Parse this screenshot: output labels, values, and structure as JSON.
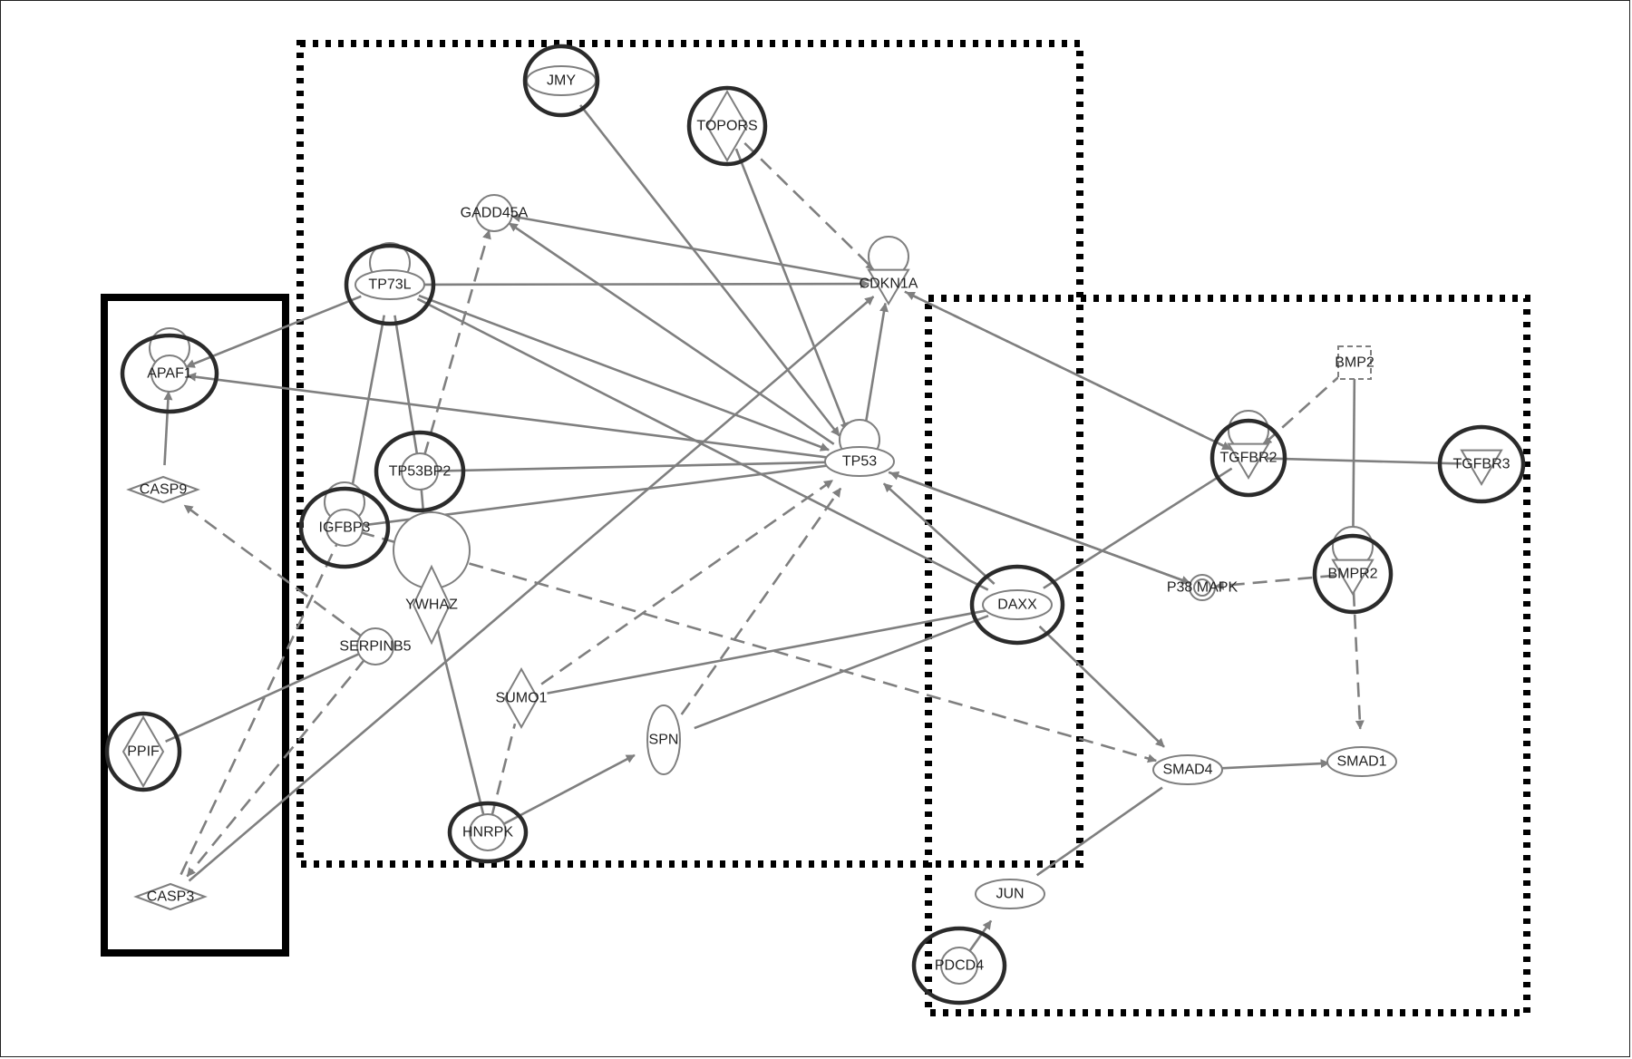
{
  "diagram": {
    "nodes": [
      {
        "id": "JMY",
        "label": "JMY",
        "shape": "ellipse",
        "ring": true
      },
      {
        "id": "TOPORS",
        "label": "TOPORS",
        "shape": "diamond",
        "ring": true
      },
      {
        "id": "GADD45A",
        "label": "GADD45A",
        "shape": "circle",
        "ring": false
      },
      {
        "id": "CDKN1A",
        "label": "CDKN1A",
        "shape": "triangle-down",
        "ring": false,
        "self_loop": true
      },
      {
        "id": "TP73L",
        "label": "TP73L",
        "shape": "ellipse",
        "ring": true,
        "self_loop": true
      },
      {
        "id": "APAF1",
        "label": "APAF1",
        "shape": "circle",
        "ring": true,
        "self_loop": true
      },
      {
        "id": "TP53",
        "label": "TP53",
        "shape": "ellipse",
        "ring": false,
        "self_loop": true
      },
      {
        "id": "TP53BP2",
        "label": "TP53BP2",
        "shape": "circle",
        "ring": true
      },
      {
        "id": "CASP9",
        "label": "CASP9",
        "shape": "diamond",
        "ring": false
      },
      {
        "id": "IGFBP3",
        "label": "IGFBP3",
        "shape": "circle",
        "ring": true,
        "self_loop": true
      },
      {
        "id": "YWHAZ",
        "label": "YWHAZ",
        "shape": "diamond",
        "ring": false,
        "self_loop": true
      },
      {
        "id": "SERPINB5",
        "label": "SERPINB5",
        "shape": "circle",
        "ring": false
      },
      {
        "id": "SUMO1",
        "label": "SUMO1",
        "shape": "diamond",
        "ring": false
      },
      {
        "id": "SPN",
        "label": "SPN",
        "shape": "ellipse-tall",
        "ring": false
      },
      {
        "id": "PPIF",
        "label": "PPIF",
        "shape": "diamond",
        "ring": true
      },
      {
        "id": "CASP3",
        "label": "CASP3",
        "shape": "diamond",
        "ring": false
      },
      {
        "id": "HNRPK",
        "label": "HNRPK",
        "shape": "circle",
        "ring": true
      },
      {
        "id": "DAXX",
        "label": "DAXX",
        "shape": "ellipse",
        "ring": true
      },
      {
        "id": "BMP2",
        "label": "BMP2",
        "shape": "square-dashed",
        "ring": false
      },
      {
        "id": "TGFBR2",
        "label": "TGFBR2",
        "shape": "triangle-down",
        "ring": true,
        "self_loop": true
      },
      {
        "id": "TGFBR3",
        "label": "TGFBR3",
        "shape": "triangle-down",
        "ring": true
      },
      {
        "id": "P38MAPK",
        "label": "P38 MAPK",
        "shape": "double-circle",
        "ring": false
      },
      {
        "id": "BMPR2",
        "label": "BMPR2",
        "shape": "triangle-down",
        "ring": true,
        "self_loop": true
      },
      {
        "id": "SMAD4",
        "label": "SMAD4",
        "shape": "ellipse",
        "ring": false
      },
      {
        "id": "SMAD1",
        "label": "SMAD1",
        "shape": "ellipse",
        "ring": false
      },
      {
        "id": "JUN",
        "label": "JUN",
        "shape": "ellipse",
        "ring": false
      },
      {
        "id": "PDCD4",
        "label": "PDCD4",
        "shape": "circle",
        "ring": true
      }
    ],
    "edges": [
      {
        "from": "JMY",
        "to": "TP53",
        "style": "solid",
        "arrow": true
      },
      {
        "from": "TOPORS",
        "to": "TP53",
        "style": "solid",
        "arrow": true
      },
      {
        "from": "TOPORS",
        "to": "CDKN1A",
        "style": "dashed",
        "arrow": true
      },
      {
        "from": "CDKN1A",
        "to": "GADD45A",
        "style": "solid",
        "arrow": true
      },
      {
        "from": "TP53",
        "to": "GADD45A",
        "style": "solid",
        "arrow": true
      },
      {
        "from": "TP73L",
        "to": "CDKN1A",
        "style": "solid",
        "arrow": true
      },
      {
        "from": "TP73L",
        "to": "APAF1",
        "style": "solid",
        "arrow": true
      },
      {
        "from": "TP73L",
        "to": "TP53",
        "style": "solid",
        "arrow": true
      },
      {
        "from": "TP73L",
        "to": "TP53BP2",
        "style": "solid",
        "arrow": false
      },
      {
        "from": "TP73L",
        "to": "IGFBP3",
        "style": "solid",
        "arrow": true
      },
      {
        "from": "TP73L",
        "to": "DAXX",
        "style": "solid",
        "arrow": false
      },
      {
        "from": "TP53",
        "to": "APAF1",
        "style": "solid",
        "arrow": true
      },
      {
        "from": "TP53",
        "to": "CDKN1A",
        "style": "solid",
        "arrow": true
      },
      {
        "from": "TP53BP2",
        "to": "GADD45A",
        "style": "dashed",
        "arrow": true
      },
      {
        "from": "TP53BP2",
        "to": "TP53",
        "style": "solid",
        "arrow": false
      },
      {
        "from": "TP53BP2",
        "to": "YWHAZ",
        "style": "solid",
        "arrow": false
      },
      {
        "from": "CASP9",
        "to": "APAF1",
        "style": "solid",
        "arrow": true
      },
      {
        "from": "IGFBP3",
        "to": "TP53",
        "style": "solid",
        "arrow": false
      },
      {
        "from": "IGFBP3",
        "to": "SMAD4",
        "style": "dashed",
        "arrow": true
      },
      {
        "from": "SERPINB5",
        "to": "CASP9",
        "style": "dashed",
        "arrow": true
      },
      {
        "from": "SERPINB5",
        "to": "CASP3",
        "style": "dashed",
        "arrow": true
      },
      {
        "from": "PPIF",
        "to": "SERPINB5",
        "style": "solid",
        "arrow": false
      },
      {
        "from": "CASP3",
        "to": "IGFBP3",
        "style": "dashed",
        "arrow": false
      },
      {
        "from": "CASP3",
        "to": "CDKN1A",
        "style": "solid",
        "arrow": true
      },
      {
        "from": "YWHAZ",
        "to": "HNRPK",
        "style": "solid",
        "arrow": false
      },
      {
        "from": "HNRPK",
        "to": "SUMO1",
        "style": "dashed",
        "arrow": false
      },
      {
        "from": "HNRPK",
        "to": "SPN",
        "style": "solid",
        "arrow": true
      },
      {
        "from": "SUMO1",
        "to": "TP53",
        "style": "dashed",
        "arrow": true
      },
      {
        "from": "SPN",
        "to": "TP53",
        "style": "dashed",
        "arrow": true
      },
      {
        "from": "DAXX",
        "to": "TP53",
        "style": "solid",
        "arrow": true
      },
      {
        "from": "DAXX",
        "to": "SUMO1",
        "style": "solid",
        "arrow": false
      },
      {
        "from": "DAXX",
        "to": "SPN",
        "style": "solid",
        "arrow": false
      },
      {
        "from": "DAXX",
        "to": "TGFBR2",
        "style": "solid",
        "arrow": false
      },
      {
        "from": "DAXX",
        "to": "SMAD4",
        "style": "solid",
        "arrow": true
      },
      {
        "from": "TP53",
        "to": "P38MAPK",
        "style": "solid",
        "arrow": true
      },
      {
        "from": "P38MAPK",
        "to": "TP53",
        "style": "solid",
        "arrow": true
      },
      {
        "from": "BMP2",
        "to": "TGFBR2",
        "style": "dashed",
        "arrow": true
      },
      {
        "from": "BMP2",
        "to": "BMPR2",
        "style": "solid",
        "arrow": true
      },
      {
        "from": "TGFBR2",
        "to": "CDKN1A",
        "style": "dashed",
        "arrow": true
      },
      {
        "from": "CDKN1A",
        "to": "TGFBR2",
        "style": "dashed",
        "arrow": true
      },
      {
        "from": "TGFBR2",
        "to": "TGFBR3",
        "style": "solid",
        "arrow": false
      },
      {
        "from": "BMPR2",
        "to": "P38MAPK",
        "style": "dashed",
        "arrow": true
      },
      {
        "from": "BMPR2",
        "to": "SMAD1",
        "style": "dashed",
        "arrow": true
      },
      {
        "from": "SMAD4",
        "to": "SMAD1",
        "style": "solid",
        "arrow": true
      },
      {
        "from": "SMAD4",
        "to": "JUN",
        "style": "solid",
        "arrow": false
      },
      {
        "from": "PDCD4",
        "to": "JUN",
        "style": "solid",
        "arrow": true
      }
    ],
    "groups": [
      {
        "id": "group-left",
        "style": "solid"
      },
      {
        "id": "group-center",
        "style": "dotted"
      },
      {
        "id": "group-right",
        "style": "dotted"
      }
    ],
    "colors": {
      "edge": "#7f7f7f",
      "ring": "#2b2b2b",
      "group_border": "#000000",
      "label": "#222222"
    }
  }
}
